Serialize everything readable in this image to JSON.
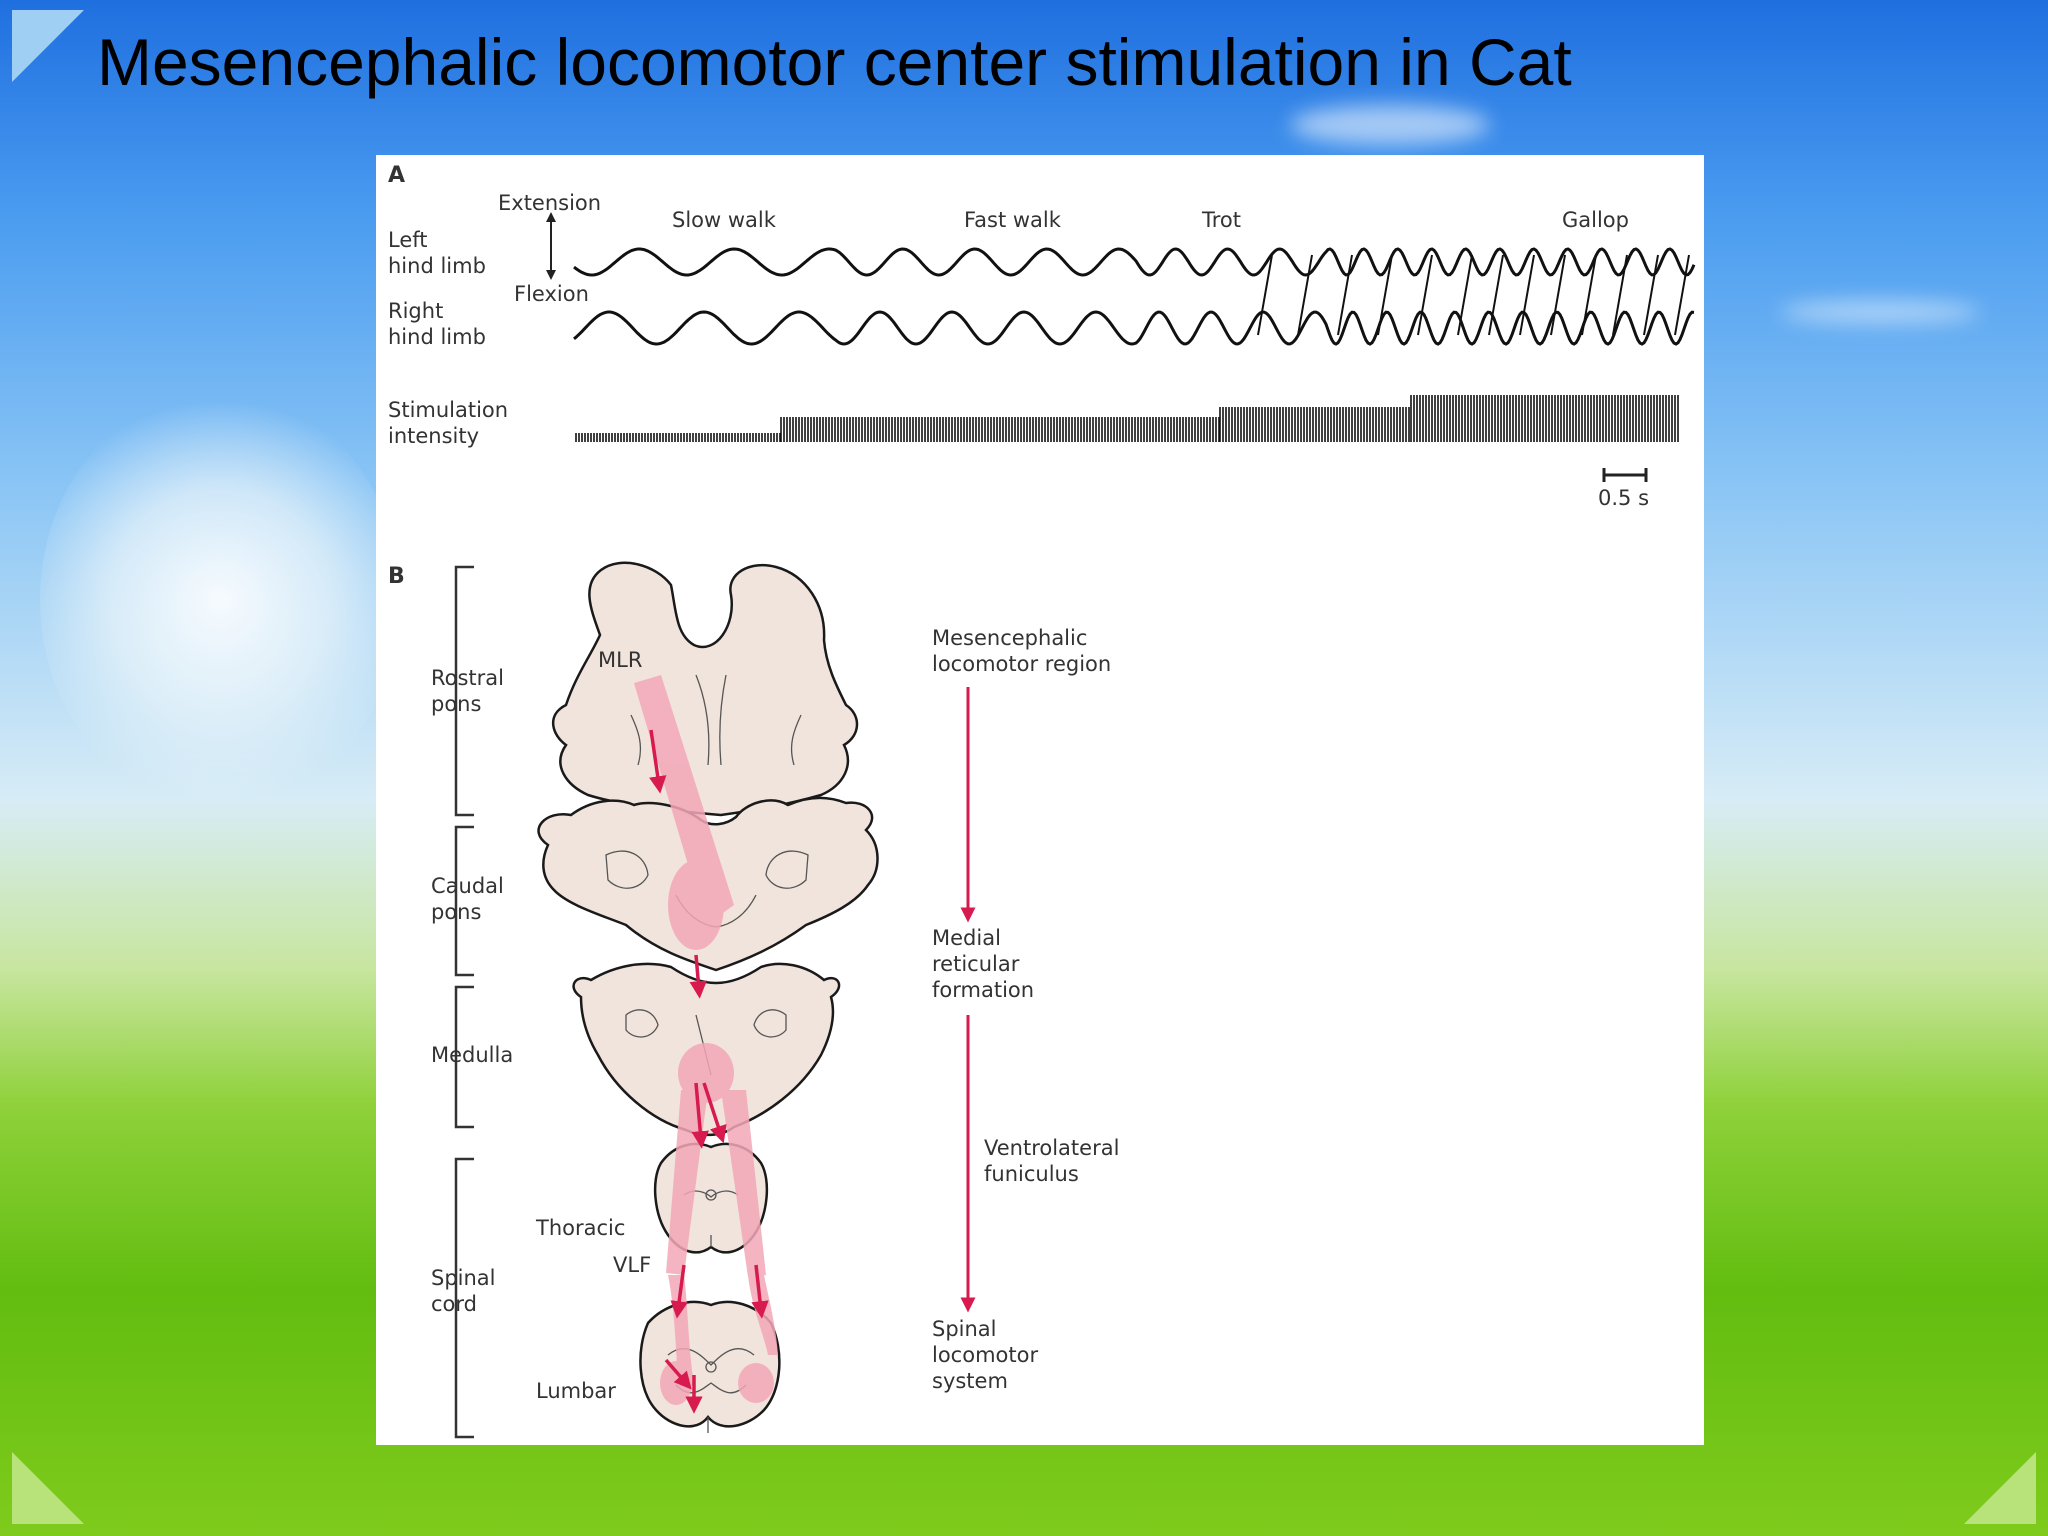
{
  "slide": {
    "title": "Mesencephalic locomotor center stimulation in Cat"
  },
  "colors": {
    "accent": "#d81b4f",
    "highlight": "#f3a7b8",
    "tissue": "#f1e4dc"
  },
  "panel_a": {
    "label": "A",
    "extension": "Extension",
    "flexion": "Flexion",
    "left_limb": [
      "Left",
      "hind limb"
    ],
    "right_limb": [
      "Right",
      "hind limb"
    ],
    "stim": [
      "Stimulation",
      "intensity"
    ],
    "gaits": [
      "Slow walk",
      "Fast walk",
      "Trot",
      "Gallop"
    ],
    "scale": "0.5 s"
  },
  "panel_b": {
    "label": "B",
    "regions": [
      [
        "Rostral",
        "pons"
      ],
      [
        "Caudal",
        "pons"
      ],
      [
        "Medulla"
      ],
      [
        "Spinal",
        "cord"
      ]
    ],
    "mlr": "MLR",
    "thoracic": "Thoracic",
    "vlf": "VLF",
    "lumbar": "Lumbar",
    "pathway": [
      [
        "Mesencephalic",
        "locomotor region"
      ],
      [
        "Medial",
        "reticular",
        "formation"
      ],
      [
        "Ventrolateral",
        "funiculus"
      ],
      [
        "Spinal",
        "locomotor",
        "system"
      ]
    ]
  }
}
